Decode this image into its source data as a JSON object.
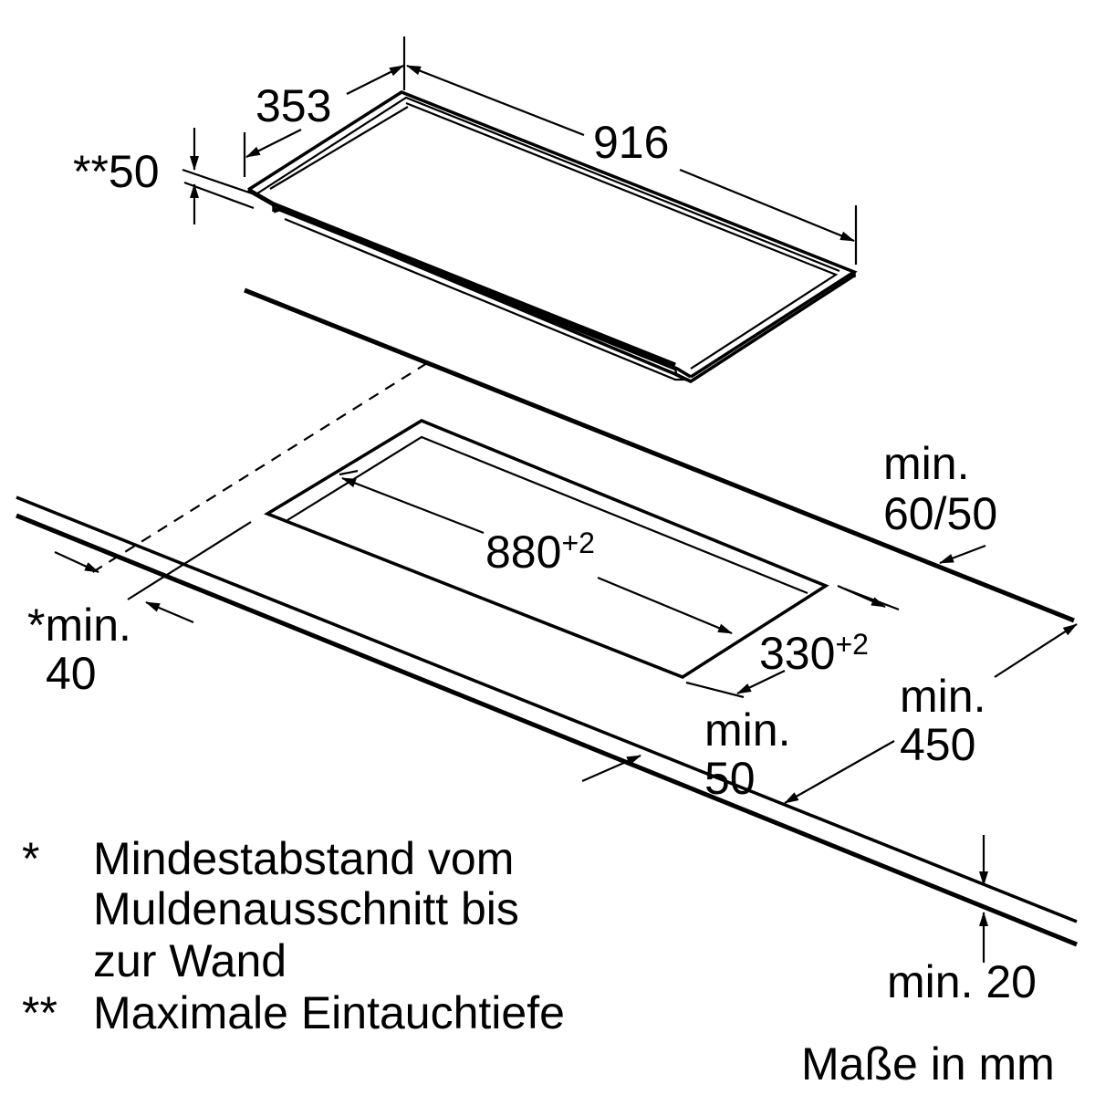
{
  "labels": {
    "hob_depth": "353",
    "hob_width": "916",
    "immersion_depth": "**50",
    "cutout_width": "880",
    "cutout_width_tol": "+2",
    "cutout_depth": "330",
    "cutout_depth_tol": "+2",
    "wall_distance_line1": "*min.",
    "wall_distance_line2": "40",
    "rear_clearance_line1": "min.",
    "rear_clearance_line2": "60/50",
    "front_edge_line1": "min.",
    "front_edge_line2": "50",
    "cabinet_depth_line1": "min.",
    "cabinet_depth_line2": "450",
    "worktop_thickness": "min. 20"
  },
  "notes": [
    {
      "marker": "*",
      "lines": [
        "Mindestabstand vom",
        "Muldenausschnitt bis",
        "zur Wand"
      ]
    },
    {
      "marker": "**",
      "lines": [
        "Maximale Eintauchtiefe"
      ]
    }
  ],
  "units": "Maße in mm",
  "colors": {
    "ink": "#000000",
    "background": "#ffffff"
  }
}
